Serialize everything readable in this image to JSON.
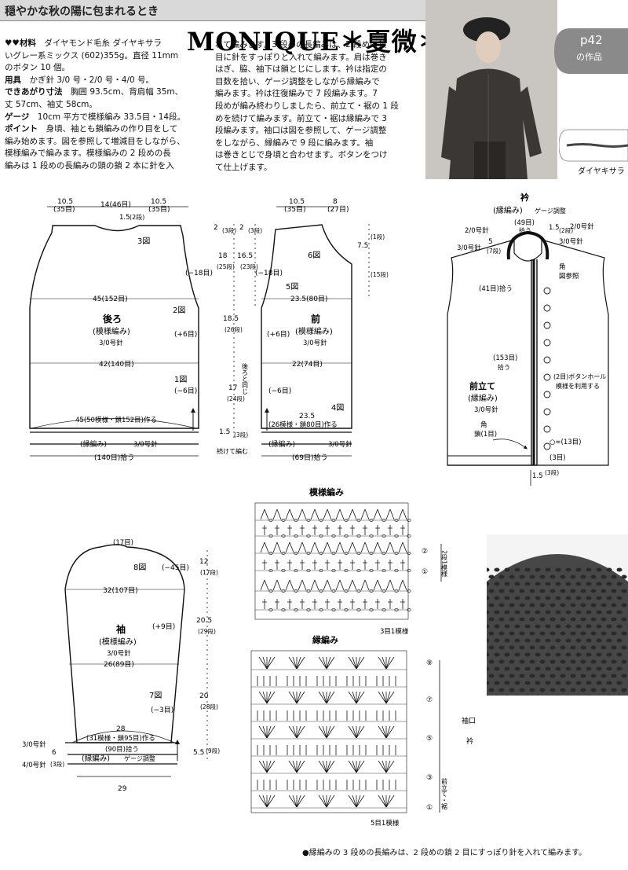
{
  "header": {
    "banner_title": "穏やかな秋の陽に包まれるとき",
    "watermark": "MONIQUE＊夏微＊"
  },
  "badge": {
    "page_label": "p42",
    "caption": "の作品"
  },
  "yarn_sample_label": "ダイヤキサラ",
  "instructions": {
    "materials_heading": "♥♥材料",
    "materials_text": "ダイヤモンド毛糸 ダイヤキサラ",
    "materials_text2": "いグレー系ミックス (602)355g。直径 11mm",
    "materials_text3": "のボタン 10 個。",
    "tools_heading": "用具",
    "tools_text": "かぎ針 3/0 号・2/0 号・4/0 号。",
    "size_heading": "できあがり寸法",
    "size_text": "胸囲 93.5cm、背肩幅 35m、",
    "size_text2": "丈 57cm、袖丈 58cm。",
    "gauge_heading": "ゲージ",
    "gauge_text": "10cm 平方で模様編み 33.5目・14段。",
    "point_heading": "ポイント",
    "point_text": "身頃、袖とも鎖編みの作り目をして",
    "point_text2": "編み始めます。図を参照して増減目をしながら、",
    "point_text3": "模様編みで編みます。模様編みの 2 段めの長",
    "point_text4": "編みは 1 段めの長編みの頭の鎖 2 本に針を入",
    "col2_lines": [
      "れて編みます。3 段めの長編みは、2 段めの鎖",
      "目に針をすっぽりと入れて編みます。肩は巻き",
      "はぎ、脇、袖下は鎖とじにします。衿は指定の",
      "目数を拾い、ゲージ調整をしながら縁編みで",
      "編みます。衿は往復編みで 7 段編みます。7",
      "段めが編み終わりしましたら、前立て・裾の 1 段",
      "めを続けて編みます。前立て・裾は縁編みで 3",
      "段編みます。袖口は図を参照して、ゲージ調整",
      "をしながら、縁編みで 9 段に編みます。袖",
      "は巻きとじで身頃と合わせます。ボタンをつけ",
      "て仕上げます。"
    ]
  },
  "back_piece": {
    "top_dims": [
      "10.5",
      "(35目)",
      "14(46目)",
      "10.5",
      "(35目)"
    ],
    "neck": [
      "1.5",
      "(2段)"
    ],
    "shape3": "3図",
    "dec18": "(−18目)",
    "width45": "45(152目)",
    "shape2": "2図",
    "title": "後ろ",
    "subtitle": "(模様編み)",
    "needle": "3/0号針",
    "inc6": "(+6目)",
    "width42": "42(140目)",
    "shape1": "1図",
    "dec6": "(−6目)",
    "cast_on": "45(50模様・鎖152目)作る",
    "border": "(縁編み)",
    "border_needle": "3/0号針",
    "pickup": "(140目)拾う"
  },
  "side_dims": {
    "d1": "2",
    "d1b": "(3段)",
    "d2": "2",
    "d2b": "(3段)",
    "d3": "18",
    "d3b": "(25段)",
    "d4": "16.5",
    "d4b": "(23段)",
    "d5": "18.5",
    "d5b": "(26段)",
    "d6": "後ろと同じ",
    "d7": "17",
    "d7b": "(24段)",
    "d8": "1.5",
    "d8b": "(3段)",
    "cont": "続けて編む"
  },
  "front_piece": {
    "top_dims": [
      "10.5",
      "(35目)",
      "8",
      "(27目)"
    ],
    "neck_side": [
      "7.5",
      "(1段)",
      "(15段)"
    ],
    "shape6": "6図",
    "dec18": "(−18目)",
    "shape5": "5図",
    "width": "23.5(80目)",
    "title": "前",
    "subtitle": "(模様編み)",
    "needle": "3/0号針",
    "inc6": "(+6目)",
    "width22": "22(74目)",
    "dec6": "(−6目)",
    "shape4": "4図",
    "cast_on_w": "23.5",
    "cast_on": "(26模様・鎖80目)作る",
    "border": "(縁編み)",
    "border_needle": "3/0号針",
    "pickup": "(69目)拾う"
  },
  "collar_piece": {
    "title": "衿",
    "subtitle": "(縁編み)",
    "gauge": "ゲージ調整",
    "needle_2": "2/0号針",
    "needle_3": "3/0号針",
    "pick49": "(49目)",
    "pick49b": "拾う",
    "right_dim": "1.5",
    "right_dimb": "(2段)",
    "right_needle": "2/0号針",
    "right_needle2": "3/0号針",
    "left_5": "5",
    "left_5b": "(7段)",
    "corner": "角",
    "corner2": "図参照",
    "pick41": "(41目)拾う",
    "pick153": "(153目)",
    "pick153b": "拾う",
    "buttonhole": "(2目)ボタンホール",
    "buttonhole2": "模様を利用する",
    "front_title": "前立て",
    "front_sub": "(縁編み)",
    "front_needle": "3/0号針",
    "corner_b": "角",
    "chain1": "鎖(1目)",
    "circle13": "○=(13目)",
    "pick3": "(3目)",
    "bottom_dim": "1.5",
    "bottom_dimb": "(3段)"
  },
  "sleeve_piece": {
    "top": "(17目)",
    "shape8": "8図",
    "dec45": "(−45目)",
    "width32": "32(107目)",
    "title": "袖",
    "subtitle": "(模様編み)",
    "needle": "3/0号針",
    "inc9": "(+9目)",
    "width26": "26(89目)",
    "shape7": "7図",
    "dec3": "(−3目)",
    "cast_w": "28",
    "cast_on": "(31模様・鎖95目)作る",
    "pick90": "(90目)拾う",
    "border": "(縁編み)",
    "gauge": "ゲージ調整",
    "needle3": "3/0号針",
    "needle4": "4/0号針",
    "left_dim": "6",
    "left_dimb": "(3段)",
    "bottom_w": "29",
    "r12": "12",
    "r12b": "(17段)",
    "r20_5": "20.5",
    "r20_5b": "(29段)",
    "r20": "20",
    "r20b": "(28段)",
    "r5_5": "5.5",
    "r5_5b": "(9段)"
  },
  "pattern_chart": {
    "title": "模様編み",
    "repeat_label": "3目1模様",
    "rows_label": "2段1模様",
    "row_marks": [
      "②",
      "①"
    ]
  },
  "border_chart": {
    "title": "縁編み",
    "repeat_label": "5目1模様",
    "row_marks": [
      "⑨",
      "⑦",
      "⑤",
      "③",
      "①"
    ],
    "side_label1": "袖口",
    "side_label2": "衿",
    "side_label3": "前立て・裾"
  },
  "footnote": "●縁編みの 3 段めの長編みは、2 段めの鎖 2 目にすっぽり針を入れて編みます。"
}
